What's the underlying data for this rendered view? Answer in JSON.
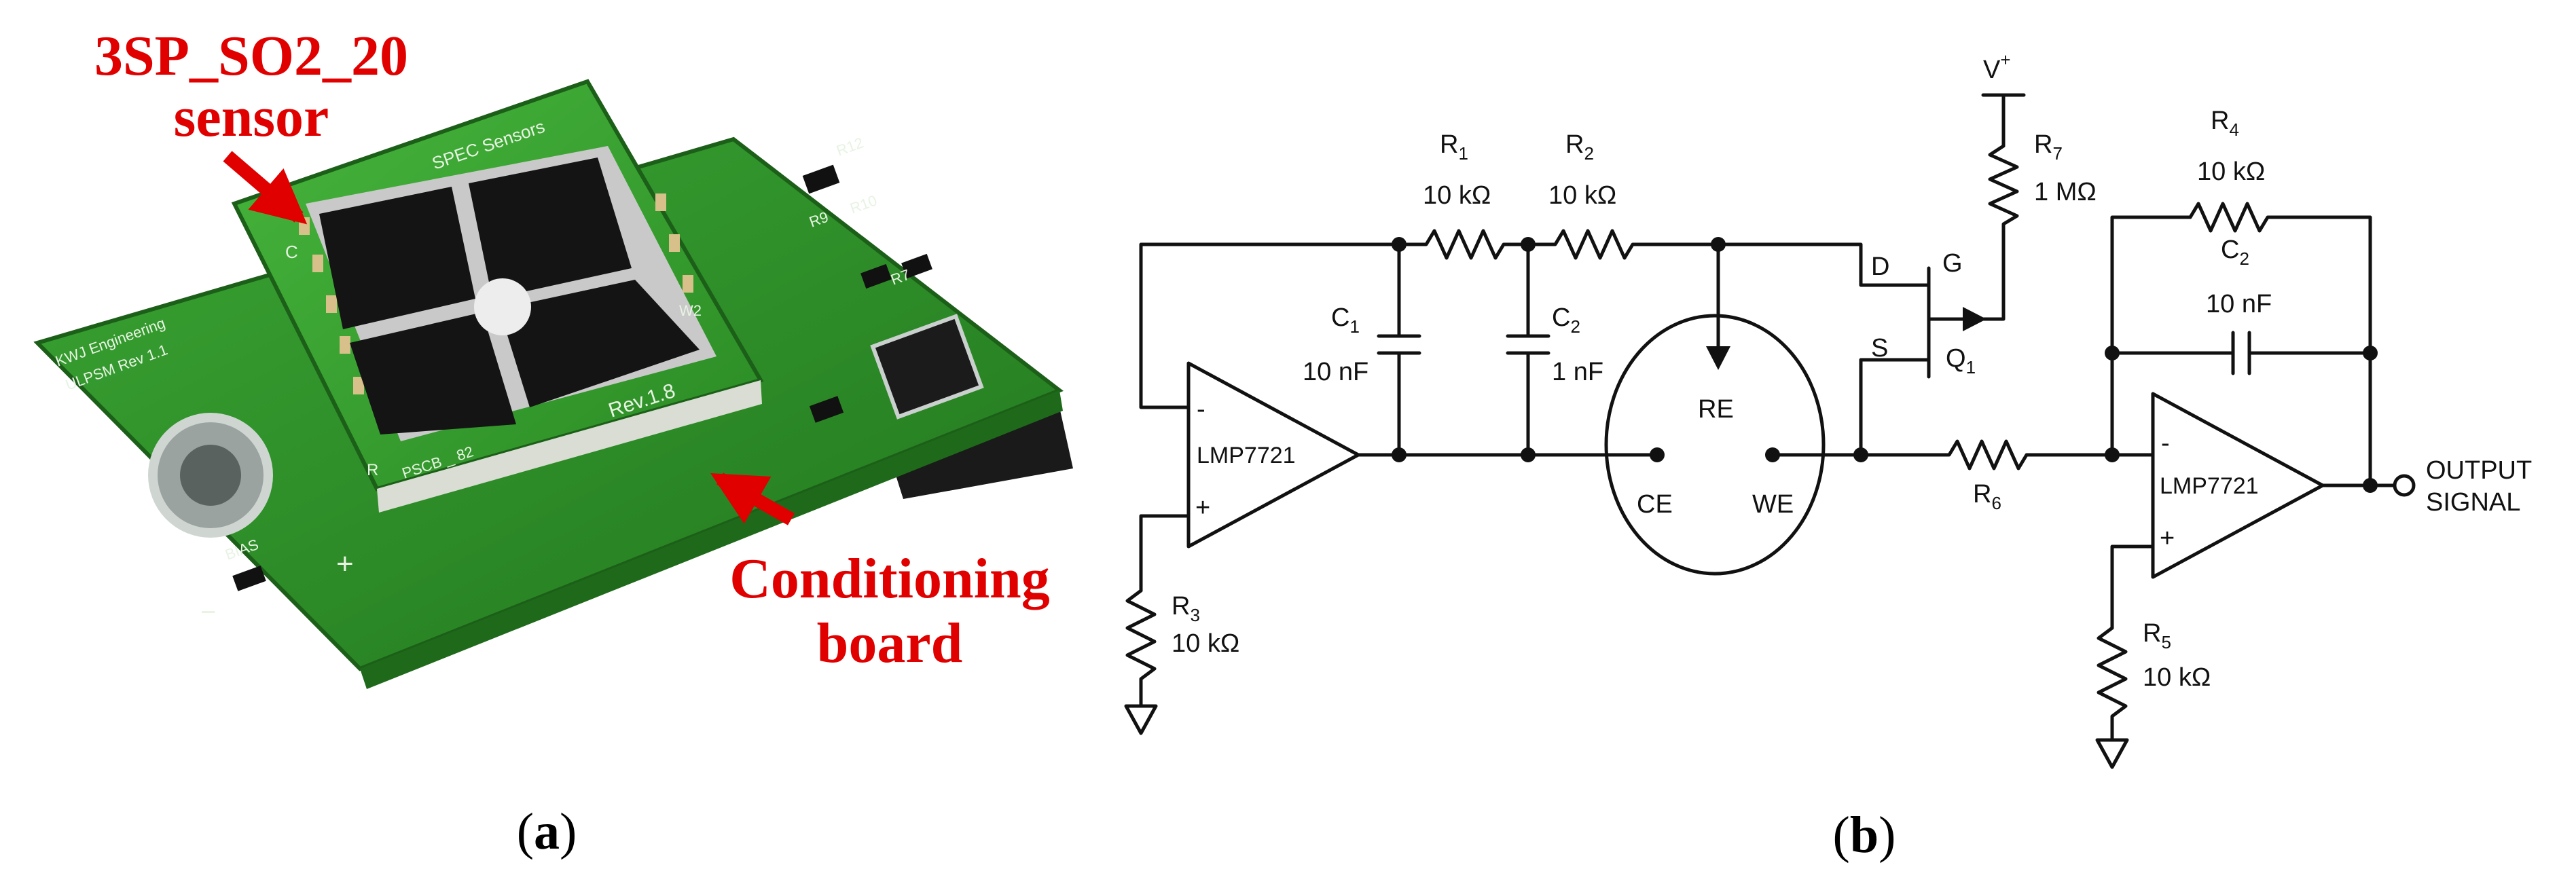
{
  "panel_a": {
    "sensor_label_line1": "3SP_SO2_20",
    "sensor_label_line2": "sensor",
    "board_label_line1": "Conditioning",
    "board_label_line2": "board",
    "caption_open": "(",
    "caption_letter": "a",
    "caption_close": ")",
    "silk": {
      "brand": "SPEC Sensors",
      "company": "KWJ Engineering",
      "model": "ULPSM Rev 1.1",
      "rev": "Rev.1.8",
      "pscb": "PSCB _ 82",
      "bias": "BIAS",
      "c_pin": "C",
      "r_pin": "R",
      "w2": "W2",
      "r7": "R7",
      "r9": "R9",
      "r10": "R10",
      "r12": "R12",
      "minus": "−",
      "plus": "+"
    },
    "colors": {
      "annotation": "#e00000",
      "pcb": "#2f8f2a",
      "sensor_cells": "#141414"
    }
  },
  "panel_b": {
    "caption_open": "(",
    "caption_letter": "b",
    "caption_close": ")",
    "components": {
      "r1_main": "R",
      "r1_sub": "1",
      "r1_val": "10 kΩ",
      "r2_main": "R",
      "r2_sub": "2",
      "r2_val": "10 kΩ",
      "c1_main": "C",
      "c1_sub": "1",
      "c1_val": "10 nF",
      "c2a_main": "C",
      "c2a_sub": "2",
      "c2a_val": "1 nF",
      "r3_main": "R",
      "r3_sub": "3",
      "r3_val": "10 kΩ",
      "r4_main": "R",
      "r4_sub": "4",
      "r4_val": "10 kΩ",
      "c2b_main": "C",
      "c2b_sub": "2",
      "c2b_val": "10 nF",
      "r5_main": "R",
      "r5_sub": "5",
      "r5_val": "10 kΩ",
      "r6_main": "R",
      "r6_sub": "6",
      "r7_main": "R",
      "r7_sub": "7",
      "r7_val": "1 MΩ",
      "vplus_main": "V",
      "vplus_sup": "+",
      "q1_main": "Q",
      "q1_sub": "1",
      "fet_d": "D",
      "fet_g": "G",
      "fet_s": "S",
      "opamp1": "LMP7721",
      "opamp2": "LMP7721",
      "minus": "-",
      "plus": "+",
      "re": "RE",
      "ce": "CE",
      "we": "WE",
      "output_line1": "OUTPUT",
      "output_line2": "SIGNAL"
    }
  }
}
